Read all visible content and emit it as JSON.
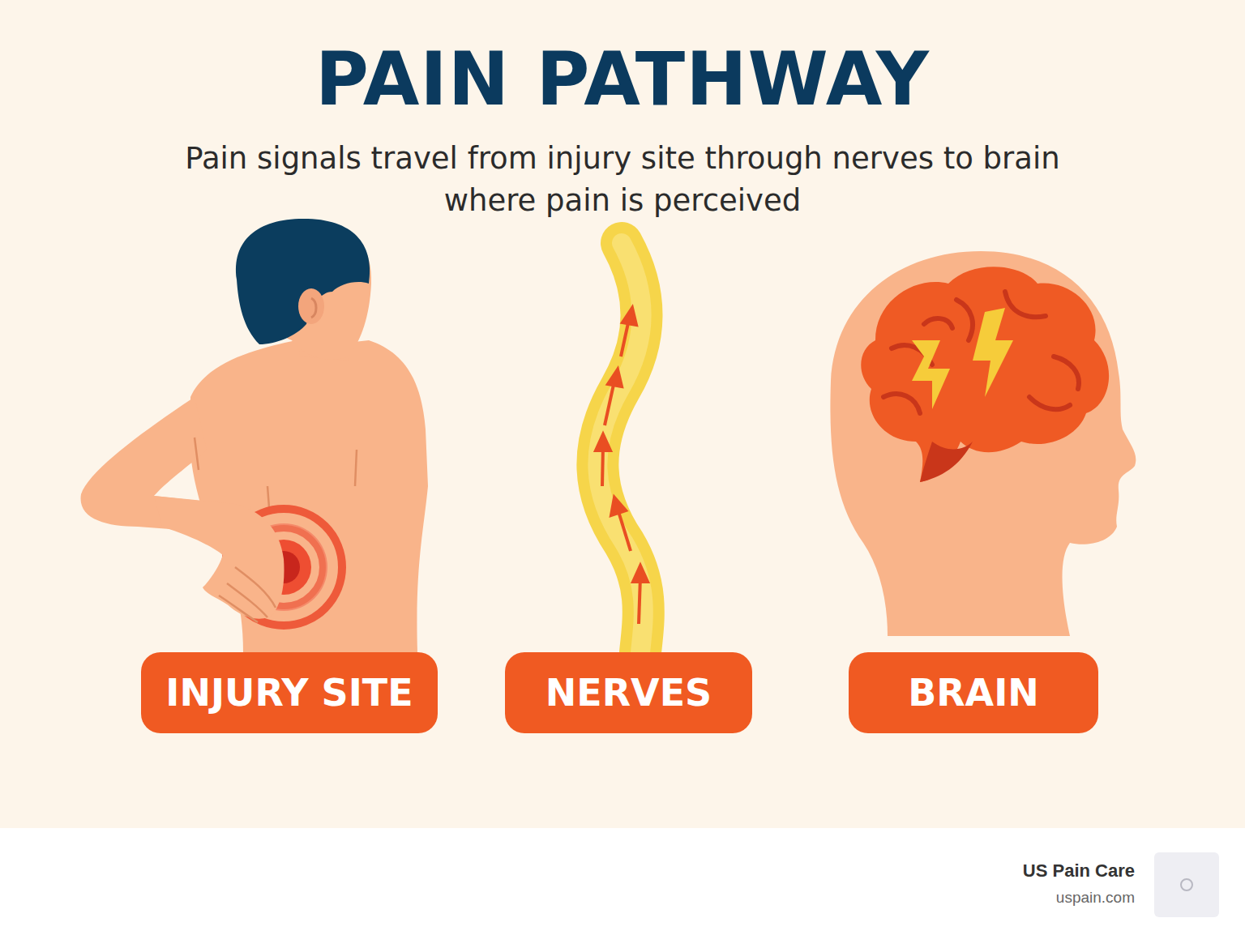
{
  "diagram": {
    "title": "PAIN PATHWAY",
    "caption": "Pain signals travel from injury site through nerves to brain where pain is perceived",
    "nodes": [
      {
        "text": [
          "INJURY SITE"
        ]
      },
      {
        "text": [
          "NERVES"
        ]
      },
      {
        "text": [
          "BRAIN"
        ]
      }
    ],
    "labels": [
      "US Pain Care",
      "uspain.com"
    ]
  }
}
